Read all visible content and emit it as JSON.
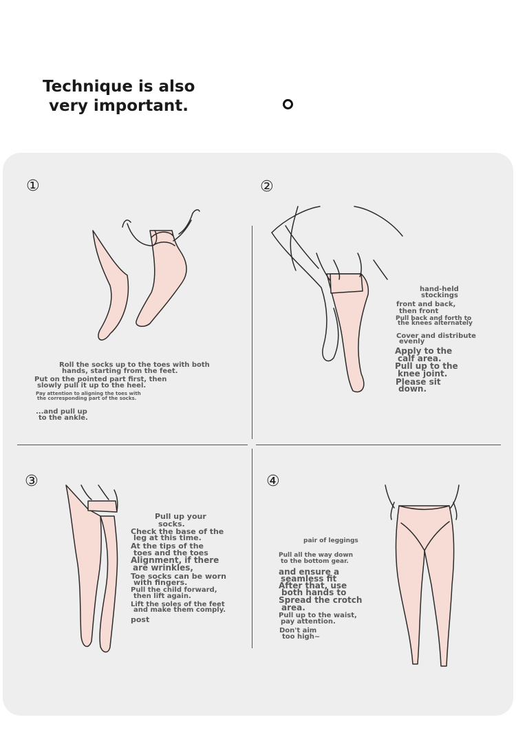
{
  "headline": {
    "line1": "Technique is also",
    "line2": "very important."
  },
  "steps": [
    {
      "number": "①",
      "texts": [
        "Roll the socks up to the toes with both",
        "hands, starting from the feet.",
        "Put on the pointed part first, then",
        "slowly pull it up to the heel.",
        "Pay attention to aligning the toes with",
        "the corresponding part of the socks.",
        "...and pull up",
        "to the ankle."
      ]
    },
    {
      "number": "②",
      "texts": [
        "hand-held",
        "stockings",
        "front and back,",
        "then front",
        "Pull back and forth to",
        "the knees alternately",
        "Cover and distribute",
        "evenly",
        "Apply to the",
        "calf area.",
        "Pull up to the",
        "knee joint.",
        "Please sit",
        "down."
      ]
    },
    {
      "number": "③",
      "texts": [
        "Pull up your",
        "socks.",
        "Check the base of the",
        "leg at this time.",
        "At the tips of the",
        "toes and the toes",
        "Alignment, if there",
        "are wrinkles,",
        "Toe socks can be worn",
        "with fingers.",
        "Pull the child forward,",
        "then lift again.",
        "Lift the soles of the feet",
        "and make them comply.",
        "post"
      ]
    },
    {
      "number": "④",
      "texts": [
        "pair of leggings",
        "Pull all the way down",
        "to the bottom gear.",
        "and ensure a",
        "seamless fit",
        "After that, use",
        "both hands to",
        "Spread the crotch",
        "area.",
        "Pull up to the waist,",
        "pay attention.",
        "Don't aim",
        "too high~"
      ]
    }
  ],
  "colors": {
    "panel": "#efeeee",
    "skin": "#f6dcd5",
    "line": "#2b2b2b"
  },
  "icons": [
    "circle-icon"
  ]
}
